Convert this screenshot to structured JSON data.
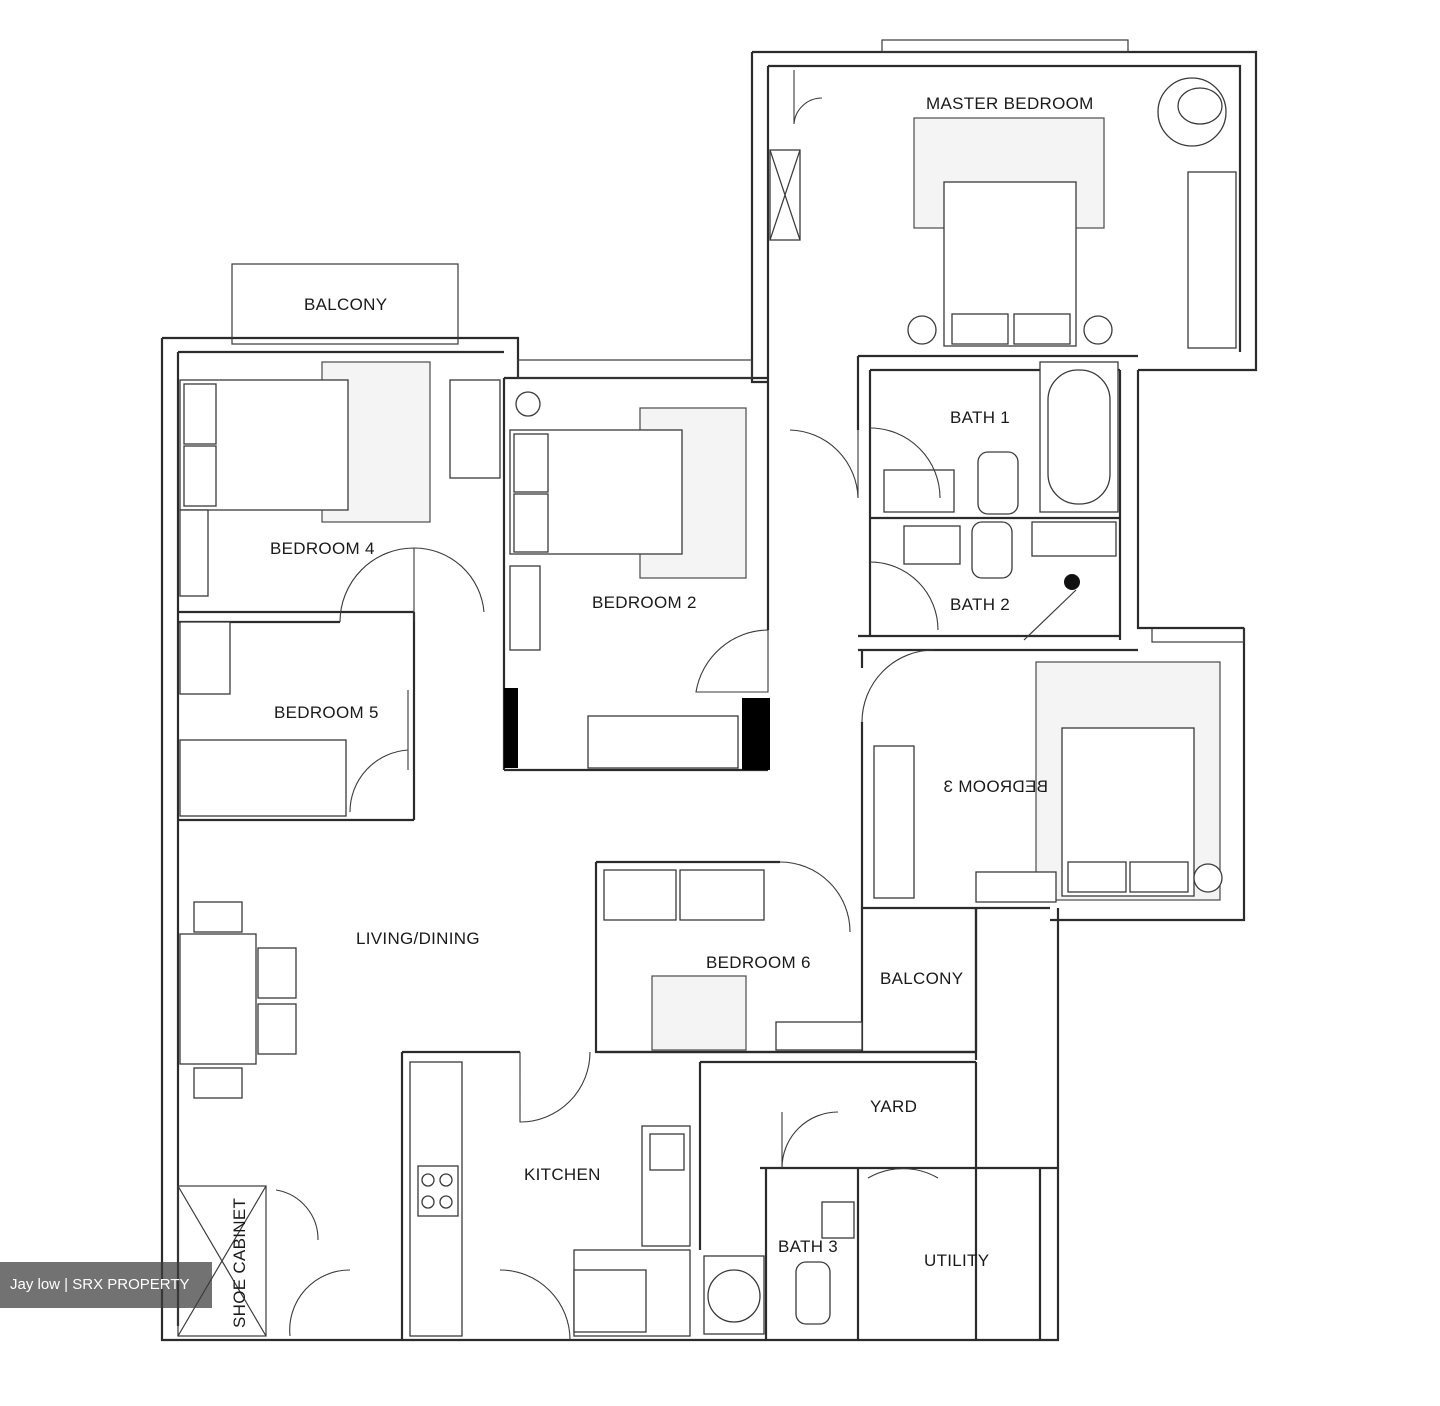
{
  "rooms": {
    "master_bedroom": "MASTER BEDROOM",
    "balcony_top": "BALCONY",
    "bath1": "BATH 1",
    "bedroom4": "BEDROOM 4",
    "bedroom2": "BEDROOM 2",
    "bath2": "BATH 2",
    "bedroom5": "BEDROOM 5",
    "bedroom3": "BEDROOM 3",
    "living_dining": "LIVING/DINING",
    "bedroom6": "BEDROOM 6",
    "balcony_right": "BALCONY",
    "yard": "YARD",
    "kitchen": "KITCHEN",
    "bath3": "BATH 3",
    "utility": "UTILITY",
    "shoe_cabinet": "SHOE CABINET"
  },
  "watermark": "Jay low | SRX PROPERTY"
}
